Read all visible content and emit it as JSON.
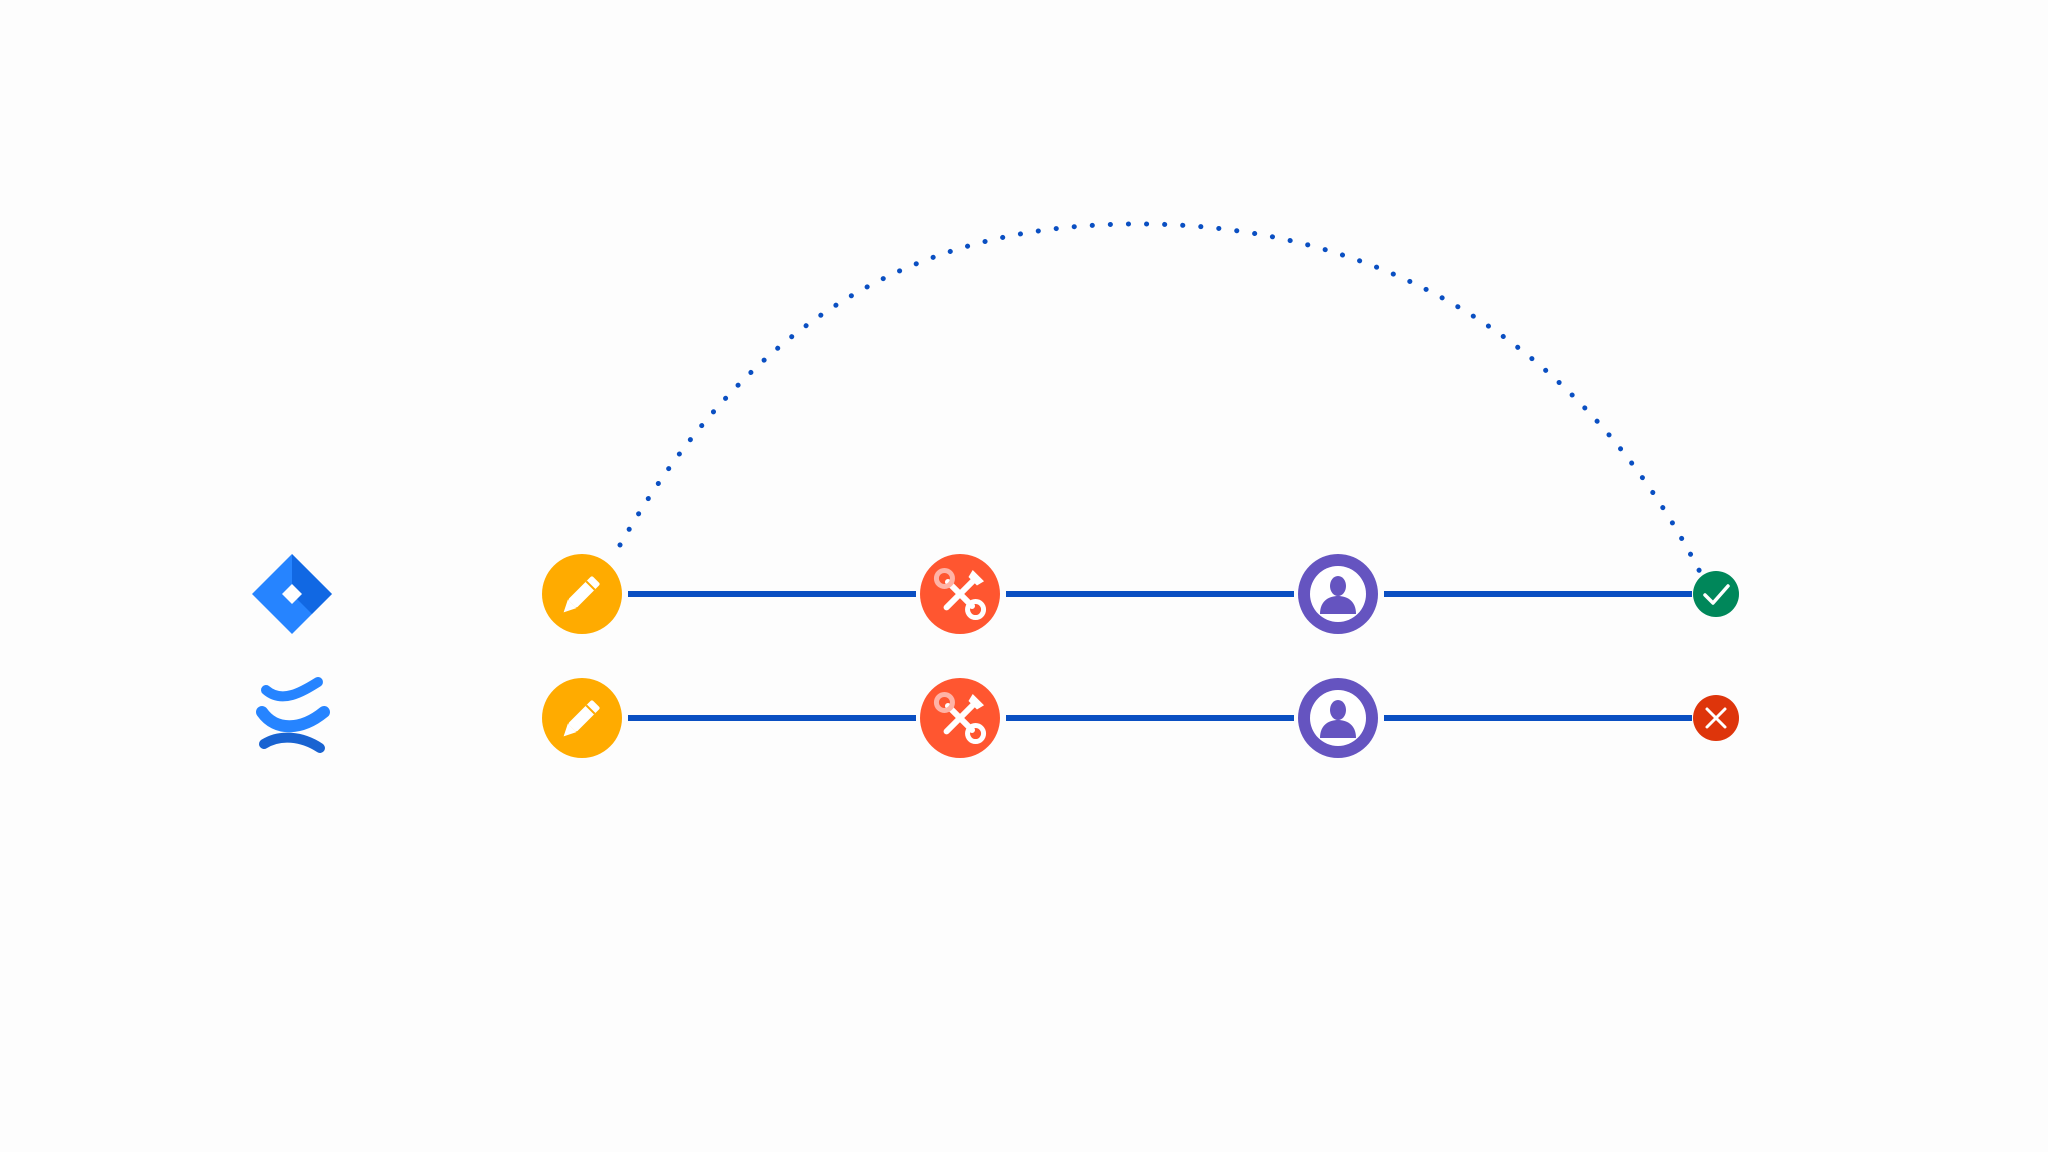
{
  "colors": {
    "background": "#fdfdfd",
    "line": "#0a4fc2",
    "arc": "#0a4fc2",
    "draft": "#ffab00",
    "build": "#ff5630",
    "review": "#6554c0",
    "success": "#00875a",
    "failure": "#de350b",
    "logo": "#2684ff",
    "logo_dark": "#0052cc"
  },
  "rows": [
    {
      "app_icon": "jira-logo-icon",
      "stages": [
        "pencil-icon",
        "wrench-screwdriver-icon",
        "user-avatar-icon"
      ],
      "result_icon": "checkmark-icon",
      "result": "success"
    },
    {
      "app_icon": "confluence-logo-icon",
      "stages": [
        "pencil-icon",
        "wrench-screwdriver-icon",
        "user-avatar-icon"
      ],
      "result_icon": "cross-icon",
      "result": "failure"
    }
  ],
  "arc": {
    "style": "dotted",
    "from": "row-1-stage-1",
    "to": "row-1-result"
  }
}
